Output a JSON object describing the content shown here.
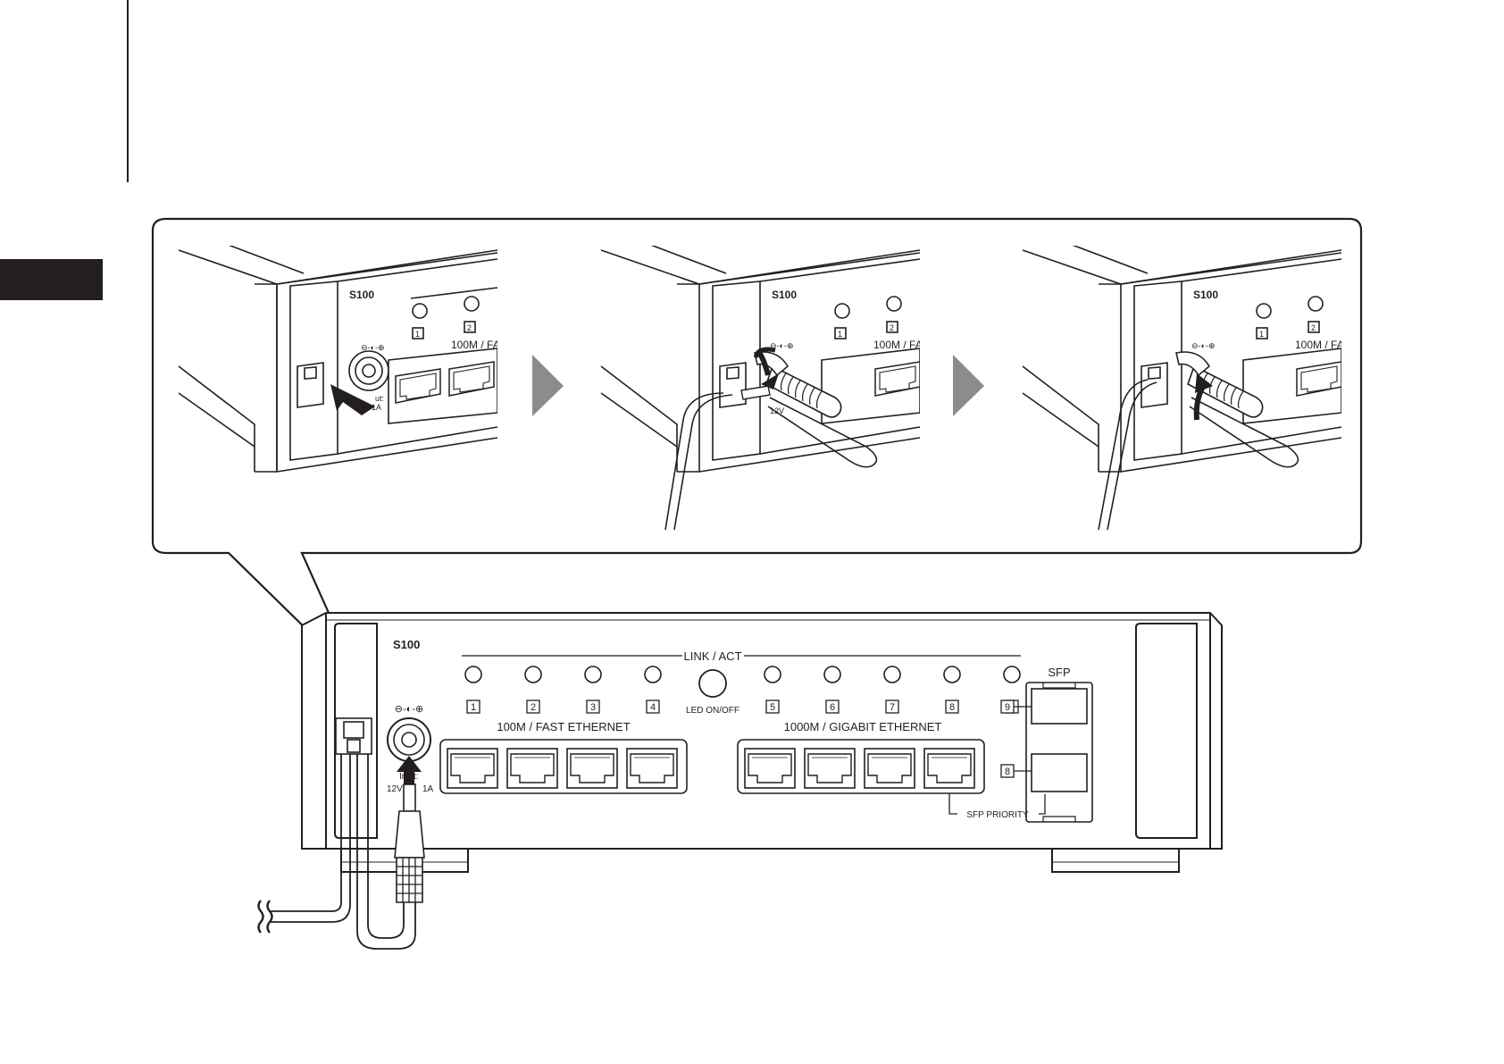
{
  "device": {
    "model": "S100",
    "link_act_label": "LINK / ACT",
    "led_button_label": "LED ON/OFF",
    "fast_ethernet_label": "100M / FAST ETHERNET",
    "gigabit_ethernet_label": "1000M / GIGABIT ETHERNET",
    "fast_ethernet_short": "100M / FAST",
    "sfp_label": "SFP",
    "sfp_priority_label": "SFP PRIORITY",
    "power_polarity_label": "⊖-◐-⊕",
    "power_input_prefix": "In",
    "power_input_suffix": "t:",
    "power_input_frag": "ut:",
    "power_voltage": "12V",
    "power_current": "1A",
    "port_numbers": [
      "1",
      "2",
      "3",
      "4",
      "5",
      "6",
      "7",
      "8",
      "9"
    ],
    "sfp_port_numbers": [
      "9",
      "8"
    ]
  },
  "steps": [
    {
      "id": "step-1"
    },
    {
      "id": "step-2"
    },
    {
      "id": "step-3"
    }
  ],
  "colors": {
    "ink": "#231f20",
    "page_tab": "#231f20",
    "step_arrow": "#8c8c8c",
    "background": "#ffffff"
  }
}
